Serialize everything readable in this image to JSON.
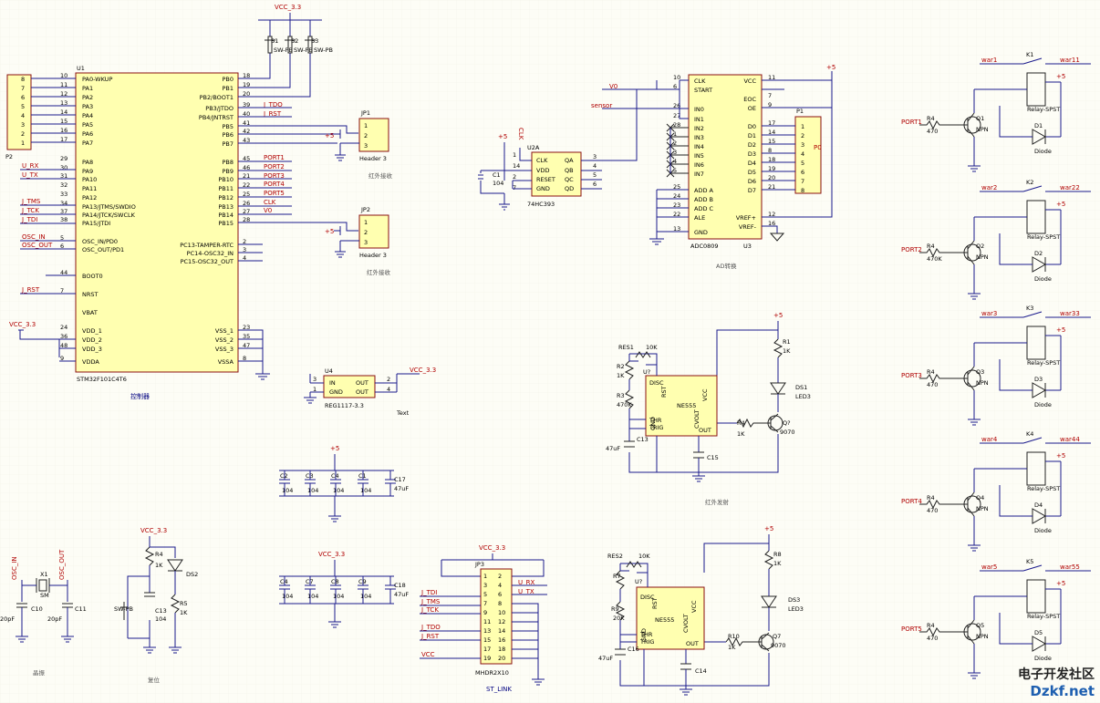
{
  "mcu": {
    "ref": "U1",
    "part": "STM32F101C4T6",
    "caption": "控制器",
    "left_pins": [
      {
        "num": "10",
        "name": "PA0-WKUP"
      },
      {
        "num": "11",
        "name": "PA1"
      },
      {
        "num": "12",
        "name": "PA2"
      },
      {
        "num": "13",
        "name": "PA3"
      },
      {
        "num": "14",
        "name": "PA4"
      },
      {
        "num": "15",
        "name": "PA5"
      },
      {
        "num": "16",
        "name": "PA6"
      },
      {
        "num": "17",
        "name": "PA7"
      },
      {
        "num": "29",
        "name": "PA8"
      },
      {
        "num": "30",
        "name": "PA9"
      },
      {
        "num": "31",
        "name": "PA10"
      },
      {
        "num": "32",
        "name": "PA11"
      },
      {
        "num": "33",
        "name": "PA12"
      },
      {
        "num": "34",
        "name": "PA13/JTMS/SWDIO"
      },
      {
        "num": "37",
        "name": "PA14/JTCK/SWCLK"
      },
      {
        "num": "38",
        "name": "PA15/JTDI"
      },
      {
        "num": "5",
        "name": "OSC_IN/PD0"
      },
      {
        "num": "6",
        "name": "OSC_OUT/PD1"
      },
      {
        "num": "44",
        "name": "BOOT0"
      },
      {
        "num": "7",
        "name": "NRST"
      },
      {
        "num": "",
        "name": "VBAT"
      },
      {
        "num": "24",
        "name": "VDD_1"
      },
      {
        "num": "36",
        "name": "VDD_2"
      },
      {
        "num": "48",
        "name": "VDD_3"
      },
      {
        "num": "9",
        "name": "VDDA"
      }
    ],
    "right_pins": [
      {
        "num": "18",
        "name": "PB0"
      },
      {
        "num": "19",
        "name": "PB1"
      },
      {
        "num": "20",
        "name": "PB2/BOOT1"
      },
      {
        "num": "39",
        "name": "PB3/JTDO"
      },
      {
        "num": "40",
        "name": "PB4/JNTRST"
      },
      {
        "num": "41",
        "name": "PB5"
      },
      {
        "num": "42",
        "name": "PB6"
      },
      {
        "num": "43",
        "name": "PB7"
      },
      {
        "num": "45",
        "name": "PB8"
      },
      {
        "num": "46",
        "name": "PB9"
      },
      {
        "num": "21",
        "name": "PB10"
      },
      {
        "num": "22",
        "name": "PB11"
      },
      {
        "num": "25",
        "name": "PB12"
      },
      {
        "num": "26",
        "name": "PB13"
      },
      {
        "num": "27",
        "name": "PB14"
      },
      {
        "num": "28",
        "name": "PB15"
      },
      {
        "num": "2",
        "name": "PC13-TAMPER-RTC"
      },
      {
        "num": "3",
        "name": "PC14-OSC32_IN"
      },
      {
        "num": "4",
        "name": "PC15-OSC32_OUT"
      },
      {
        "num": "23",
        "name": "VSS_1"
      },
      {
        "num": "35",
        "name": "VSS_2"
      },
      {
        "num": "47",
        "name": "VSS_3"
      },
      {
        "num": "8",
        "name": "VSSA"
      }
    ],
    "left_nets": [
      "U_RX",
      "U_TX",
      "J_TMS",
      "J_TCK",
      "J_TDI",
      "OSC_IN",
      "OSC_OUT",
      "J_RST",
      "VCC_3.3"
    ],
    "right_nets": [
      "J_TDO",
      "J_RST",
      "PORT1",
      "PORT2",
      "PORT3",
      "PORT4",
      "PORT5",
      "CLK",
      "V0"
    ]
  },
  "p2": {
    "ref": "P2",
    "pins": [
      "8",
      "7",
      "6",
      "5",
      "4",
      "3",
      "2",
      "1"
    ]
  },
  "switches": {
    "net": "VCC_3.3",
    "refs": [
      "S1",
      "S2",
      "S3"
    ],
    "label": "SW-PB"
  },
  "jp1": {
    "ref": "JP1",
    "part": "Header 3",
    "caption": "红外接收",
    "pins": [
      "1",
      "2",
      "3"
    ],
    "net": "+5"
  },
  "jp2": {
    "ref": "JP2",
    "part": "Header 3",
    "caption": "红外接收",
    "pins": [
      "1",
      "2",
      "3"
    ],
    "net": "+5"
  },
  "u2": {
    "ref": "U2A",
    "part": "74HC393",
    "pins_left": [
      "CLK",
      "VDD",
      "RESET",
      "GND"
    ],
    "pins_right": [
      "QA",
      "QB",
      "QC",
      "QD"
    ],
    "nums_left": [
      "1",
      "14",
      "2",
      "7"
    ],
    "nums_right": [
      "3",
      "4",
      "5",
      "6"
    ],
    "clk": "CLK",
    "cap": "C1",
    "cap_val": "104",
    "net": "+5"
  },
  "adc": {
    "ref": "U3",
    "part": "ADC0809",
    "caption": "AD转换",
    "left": [
      "CLK",
      "START",
      "IN0",
      "IN1",
      "IN2",
      "IN3",
      "IN4",
      "IN5",
      "IN6",
      "IN7",
      "ADD A",
      "ADD B",
      "ADD C",
      "ALE",
      "GND"
    ],
    "left_nums": [
      "10",
      "6",
      "26",
      "27",
      "28",
      "1",
      "2",
      "3",
      "4",
      "5",
      "25",
      "24",
      "23",
      "22",
      "13"
    ],
    "right": [
      "VCC",
      "EOC",
      "OE",
      "D0",
      "D1",
      "D2",
      "D3",
      "D4",
      "D5",
      "D6",
      "D7",
      "VREF+",
      "VREF-"
    ],
    "right_nums": [
      "11",
      "7",
      "9",
      "17",
      "14",
      "15",
      "8",
      "18",
      "19",
      "20",
      "21",
      "12",
      "16"
    ],
    "nets": [
      "V0",
      "sensor"
    ]
  },
  "p1": {
    "ref": "P1",
    "pins": [
      "1",
      "2",
      "3",
      "4",
      "5",
      "6",
      "7",
      "8"
    ],
    "label": "P0"
  },
  "reg": {
    "ref": "U4",
    "part": "REG1117-3.3",
    "caption": "Text",
    "pins": [
      "IN",
      "GND",
      "OUT",
      "OUT"
    ],
    "nums": [
      "3",
      "1",
      "2",
      "4"
    ],
    "net": "VCC_3.3"
  },
  "timer1": {
    "ref": "U?",
    "part": "NE555",
    "caption": "红外发射",
    "pot": "RES1",
    "pot_val": "10K",
    "r2": "R2",
    "r2_val": "1K",
    "r3": "R3",
    "r3_val": "470K",
    "r1": "R1",
    "r1_val": "1K",
    "r4": "R4",
    "r4_val": "1K",
    "led": "DS1",
    "led_val": "LED3",
    "q": "Q?",
    "q_val": "9070",
    "c13": "C13",
    "c13_val": "47uF",
    "c15": "C15",
    "net": "+5",
    "pins": [
      "DISC",
      "THR",
      "TRIG",
      "CVOLT",
      "VCC",
      "OUT",
      "RST",
      "GND"
    ]
  },
  "timer2": {
    "ref": "U?",
    "part": "NE555",
    "pot": "RES2",
    "pot_val": "10K",
    "r7": "R7",
    "r9": "R9",
    "r9_val": "20K",
    "r8": "R8",
    "r8_val": "1K",
    "r10": "R10",
    "r10_val": "1K",
    "led": "DS3",
    "led_val": "LED3",
    "q": "Q7",
    "q_val": "9070",
    "c16": "C16",
    "c16_val": "47uF",
    "c14": "C14",
    "net": "+5",
    "pins": [
      "DISC",
      "THR",
      "TRIG",
      "CVOLT",
      "VCC",
      "OUT",
      "RST",
      "GND"
    ]
  },
  "caps_5v": {
    "net": "+5",
    "refs": [
      "C2",
      "C3",
      "C4",
      "C1"
    ],
    "vals": [
      "104",
      "104",
      "104",
      "104"
    ],
    "big": "C17",
    "big_val": "47uF"
  },
  "caps_33": {
    "net": "VCC_3.3",
    "refs": [
      "C4",
      "C7",
      "C8",
      "C9"
    ],
    "vals": [
      "104",
      "104",
      "104",
      "104"
    ],
    "big": "C18",
    "big_val": "47uF"
  },
  "osc": {
    "caption": "晶振",
    "xtal": "X1",
    "xtal_val": "SM",
    "c10": "C10",
    "c11": "C11",
    "cval": "20pF",
    "nets": [
      "OSC_IN",
      "OSC_OUT"
    ]
  },
  "reset": {
    "caption": "复位",
    "net": "VCC_3.3",
    "r": "R4",
    "r_val": "1K",
    "r2": "R5",
    "r2_val": "1K",
    "led": "DS2",
    "sw": "SW-PB",
    "cap": "C13",
    "cap_val": "104"
  },
  "jtag": {
    "ref": "JP3",
    "part": "MHDR2X10",
    "caption": "ST_LINK",
    "net": "VCC_3.3",
    "left_nets": [
      "J_TDI",
      "J_TMS",
      "J_TCK",
      "J_TDO",
      "J_RST",
      "VCC"
    ],
    "right_nets": [
      "U_RX",
      "U_TX"
    ],
    "odd": [
      "1",
      "3",
      "5",
      "7",
      "9",
      "11",
      "13",
      "15",
      "17",
      "19"
    ],
    "even": [
      "2",
      "4",
      "6",
      "8",
      "10",
      "12",
      "14",
      "16",
      "18",
      "20"
    ]
  },
  "relays": [
    {
      "k": "K1",
      "port": "PORT1",
      "r": "R4",
      "rv": "470",
      "q": "Q1",
      "diode": "D1",
      "out_l": "war1",
      "out_r": "war11"
    },
    {
      "k": "K2",
      "port": "PORT2",
      "r": "R4",
      "rv": "470K",
      "q": "Q2",
      "diode": "D2",
      "out_l": "war2",
      "out_r": "war22"
    },
    {
      "k": "K3",
      "port": "PORT3",
      "r": "R4",
      "rv": "470",
      "q": "Q3",
      "diode": "D3",
      "out_l": "war3",
      "out_r": "war33"
    },
    {
      "k": "K4",
      "port": "PORT4",
      "r": "R4",
      "rv": "470",
      "q": "Q4",
      "diode": "D4",
      "out_l": "war4",
      "out_r": "war44"
    },
    {
      "k": "K5",
      "port": "PORT5",
      "r": "R4",
      "rv": "470",
      "q": "Q5",
      "diode": "D5",
      "out_l": "war5",
      "out_r": "war55"
    }
  ],
  "relay_common": {
    "net": "+5",
    "relay": "Relay-SPST",
    "npn": "NPN",
    "diode_lbl": "Diode"
  },
  "watermark": {
    "top": "电子开发社区",
    "bottom": "Dzkf.net"
  }
}
